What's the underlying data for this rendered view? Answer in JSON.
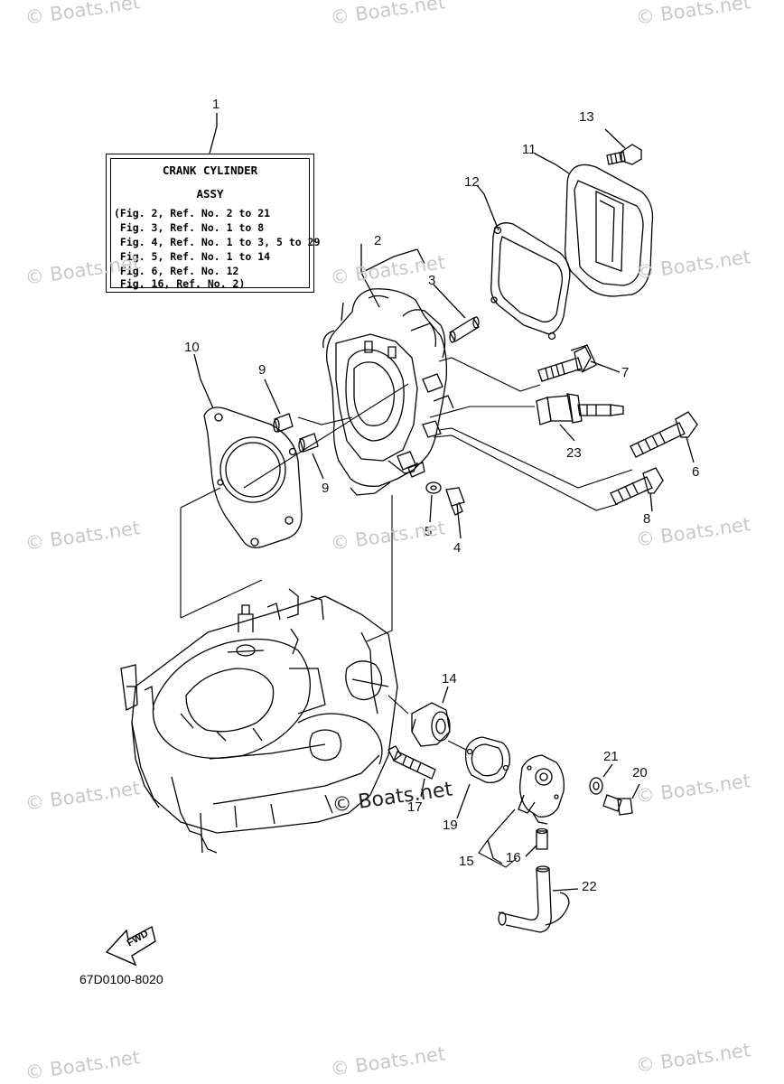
{
  "legend": {
    "ref": "1",
    "title_line1": "CRANK CYLINDER",
    "title_line2": "ASSY",
    "lines": [
      "(Fig. 2, Ref. No. 2 to 21",
      " Fig. 3, Ref. No. 1 to 8",
      " Fig. 4, Ref. No. 1 to 3, 5 to 29",
      " Fig. 5, Ref. No. 1 to 14",
      " Fig. 6, Ref. No. 12",
      " Fig. 16, Ref. No. 2)"
    ]
  },
  "callouts": {
    "c2": "2",
    "c3": "3",
    "c4": "4",
    "c5": "5",
    "c6": "6",
    "c7": "7",
    "c8": "8",
    "c9a": "9",
    "c9b": "9",
    "c10": "10",
    "c11": "11",
    "c12": "12",
    "c13": "13",
    "c14": "14",
    "c15": "15",
    "c16": "16",
    "c17": "17",
    "c19": "19",
    "c20": "20",
    "c21": "21",
    "c22": "22",
    "c23": "23"
  },
  "watermark": "© Boats.net",
  "center_watermark": "© Boats.net",
  "fwd_label": "FWD",
  "part_code": "67D0100-8020",
  "colors": {
    "line": "#000000",
    "watermark": "#c9c9c9",
    "background": "#ffffff"
  }
}
